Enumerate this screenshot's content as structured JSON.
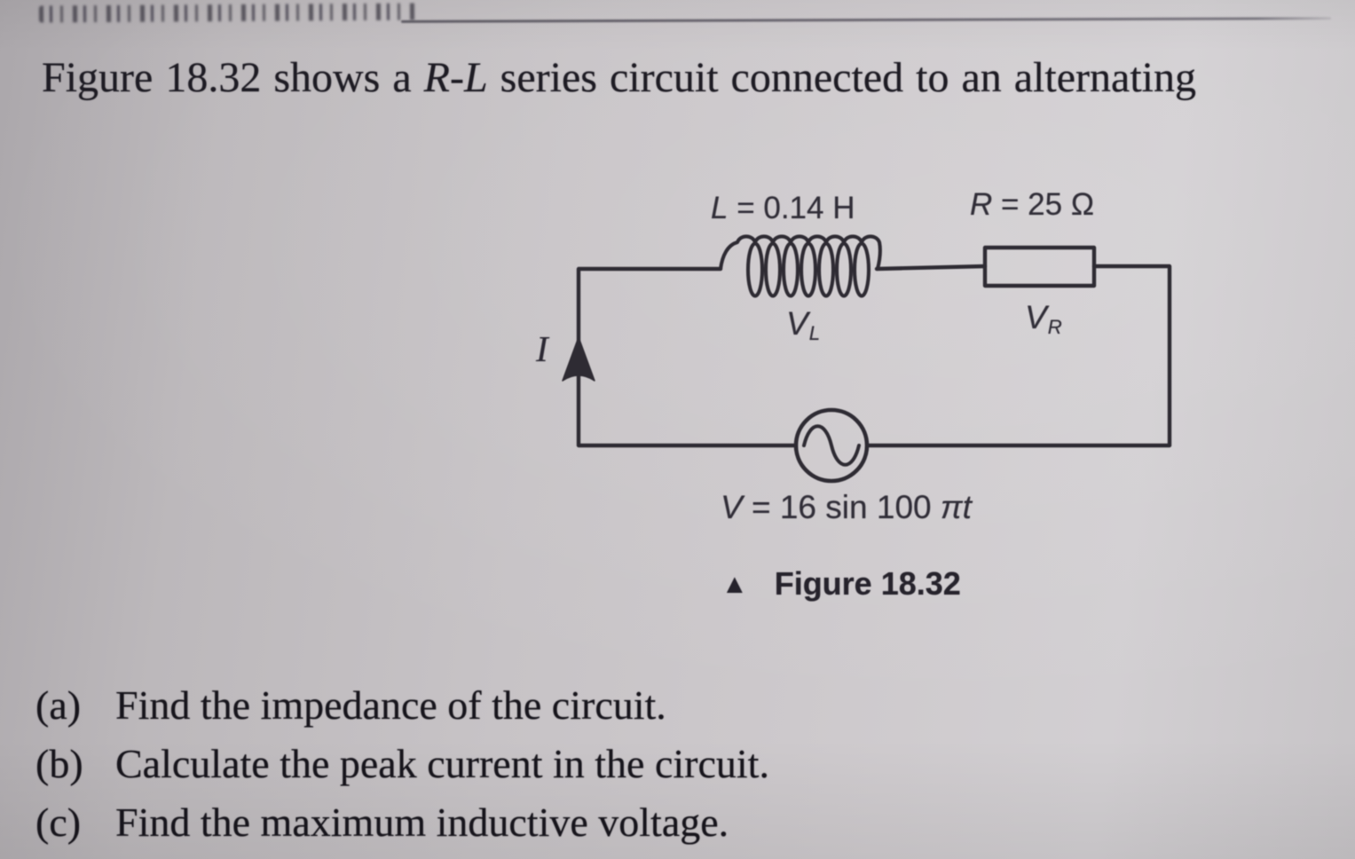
{
  "page": {
    "heading": {
      "prefix": "Figure 18.32 shows a ",
      "emphasis": "R-L",
      "suffix": " series circuit connected to an alternating"
    },
    "questions": [
      {
        "label": "(a)",
        "text": "Find the impedance of the circuit."
      },
      {
        "label": "(b)",
        "text": "Calculate the peak current in the circuit."
      },
      {
        "label": "(c)",
        "text": "Find the maximum inductive voltage."
      }
    ]
  },
  "figure": {
    "caption": {
      "marker": "▲",
      "text": "Figure 18.32"
    },
    "inductor": {
      "var": "L",
      "rest": " = 0.14 H"
    },
    "resistor": {
      "var": "R",
      "rest": " = 25 Ω"
    },
    "inductor_voltage": {
      "base": "V",
      "sub": "L"
    },
    "resistor_voltage": {
      "base": "V",
      "sub": "R"
    },
    "current": {
      "label": "I"
    },
    "source": {
      "var": "V",
      "rest": " = 16 sin 100 ",
      "pi_t": "πt"
    },
    "colors": {
      "ink": "#2e2b33",
      "paper": "#c7c3c6"
    }
  }
}
